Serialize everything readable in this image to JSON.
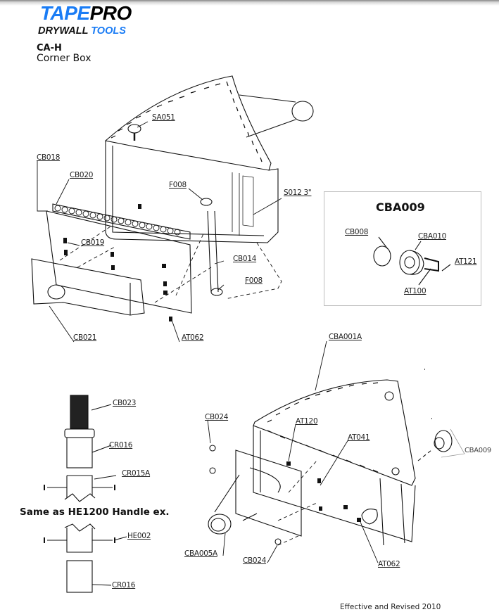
{
  "brand": {
    "logo_part1": "TAPE",
    "logo_part2": "PRO",
    "tagline_part1": "DRYWALL",
    "tagline_part2": "TOOLS",
    "accent_color": "#1a7cf5"
  },
  "product": {
    "model": "CA-H",
    "name": "Corner Box"
  },
  "diagram_top": {
    "labels": [
      "SA051",
      "CB018",
      "CB020",
      "F008",
      "S012 3\"",
      "CB019",
      "CB014",
      "F008",
      "CB021",
      "AT062"
    ]
  },
  "inset": {
    "title": "CBA009",
    "labels": [
      "CB008",
      "CBA010",
      "AT121",
      "AT100"
    ]
  },
  "handle": {
    "labels": [
      "CB023",
      "CR016",
      "CR015A",
      "HE002",
      "CR016"
    ],
    "note": "Same as HE1200 Handle ex."
  },
  "diagram_bottom": {
    "labels": [
      "CBA001A",
      "CB024",
      "AT120",
      "AT041",
      "CBA009",
      "CBA005A",
      "CB024",
      "AT062"
    ]
  },
  "footer": "Effective and Revised 2010"
}
